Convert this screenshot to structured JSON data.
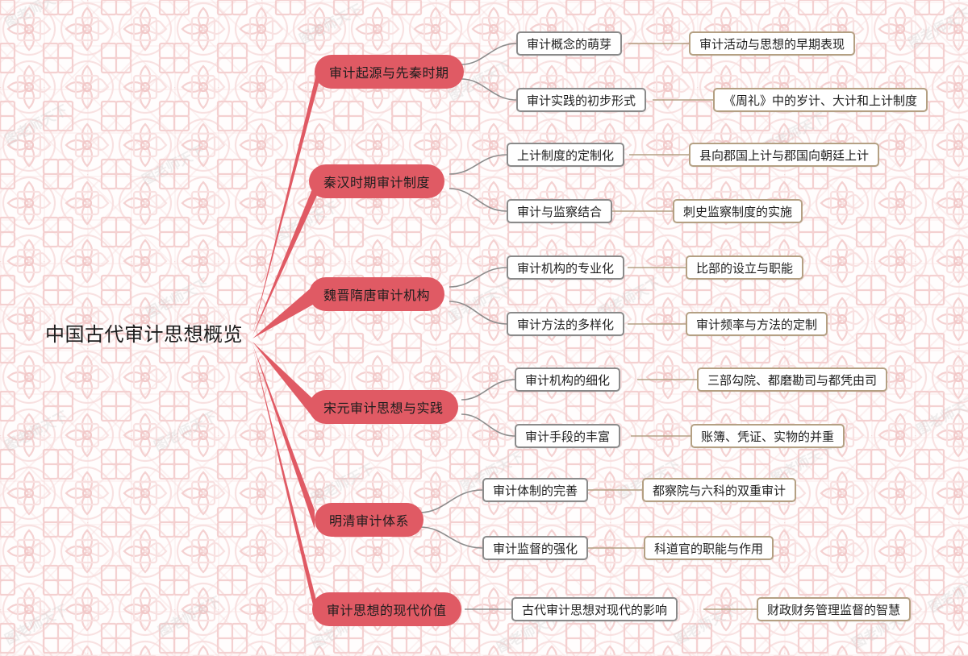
{
  "meta": {
    "diagram_type": "mind-map",
    "accent_color": "#e05a64",
    "level2_border_color": "#8a8a8a",
    "level3_border_color": "#b4a083",
    "background_color": "#fffdfd",
    "pattern_color": "#f0c4c4",
    "watermark_text": "图老师天下"
  },
  "root": {
    "label": "中国古代审计思想概览"
  },
  "branches": [
    {
      "label": "审计起源与先秦时期",
      "children": [
        {
          "label": "审计概念的萌芽",
          "children": [
            {
              "label": "审计活动与思想的早期表现"
            }
          ]
        },
        {
          "label": "审计实践的初步形式",
          "children": [
            {
              "label": "《周礼》中的岁计、大计和上计制度"
            }
          ]
        }
      ]
    },
    {
      "label": "秦汉时期审计制度",
      "children": [
        {
          "label": "上计制度的定制化",
          "children": [
            {
              "label": "县向郡国上计与郡国向朝廷上计"
            }
          ]
        },
        {
          "label": "审计与监察结合",
          "children": [
            {
              "label": "刺史监察制度的实施"
            }
          ]
        }
      ]
    },
    {
      "label": "魏晋隋唐审计机构",
      "children": [
        {
          "label": "审计机构的专业化",
          "children": [
            {
              "label": "比部的设立与职能"
            }
          ]
        },
        {
          "label": "审计方法的多样化",
          "children": [
            {
              "label": "审计频率与方法的定制"
            }
          ]
        }
      ]
    },
    {
      "label": "宋元审计思想与实践",
      "children": [
        {
          "label": "审计机构的细化",
          "children": [
            {
              "label": "三部勾院、都磨勘司与都凭由司"
            }
          ]
        },
        {
          "label": "审计手段的丰富",
          "children": [
            {
              "label": "账簿、凭证、实物的并重"
            }
          ]
        }
      ]
    },
    {
      "label": "明清审计体系",
      "children": [
        {
          "label": "审计体制的完善",
          "children": [
            {
              "label": "都察院与六科的双重审计"
            }
          ]
        },
        {
          "label": "审计监督的强化",
          "children": [
            {
              "label": "科道官的职能与作用"
            }
          ]
        }
      ]
    },
    {
      "label": "审计思想的现代价值",
      "children": [
        {
          "label": "古代审计思想对现代的影响",
          "children": [
            {
              "label": "财政财务管理监督的智慧"
            }
          ]
        }
      ]
    }
  ]
}
